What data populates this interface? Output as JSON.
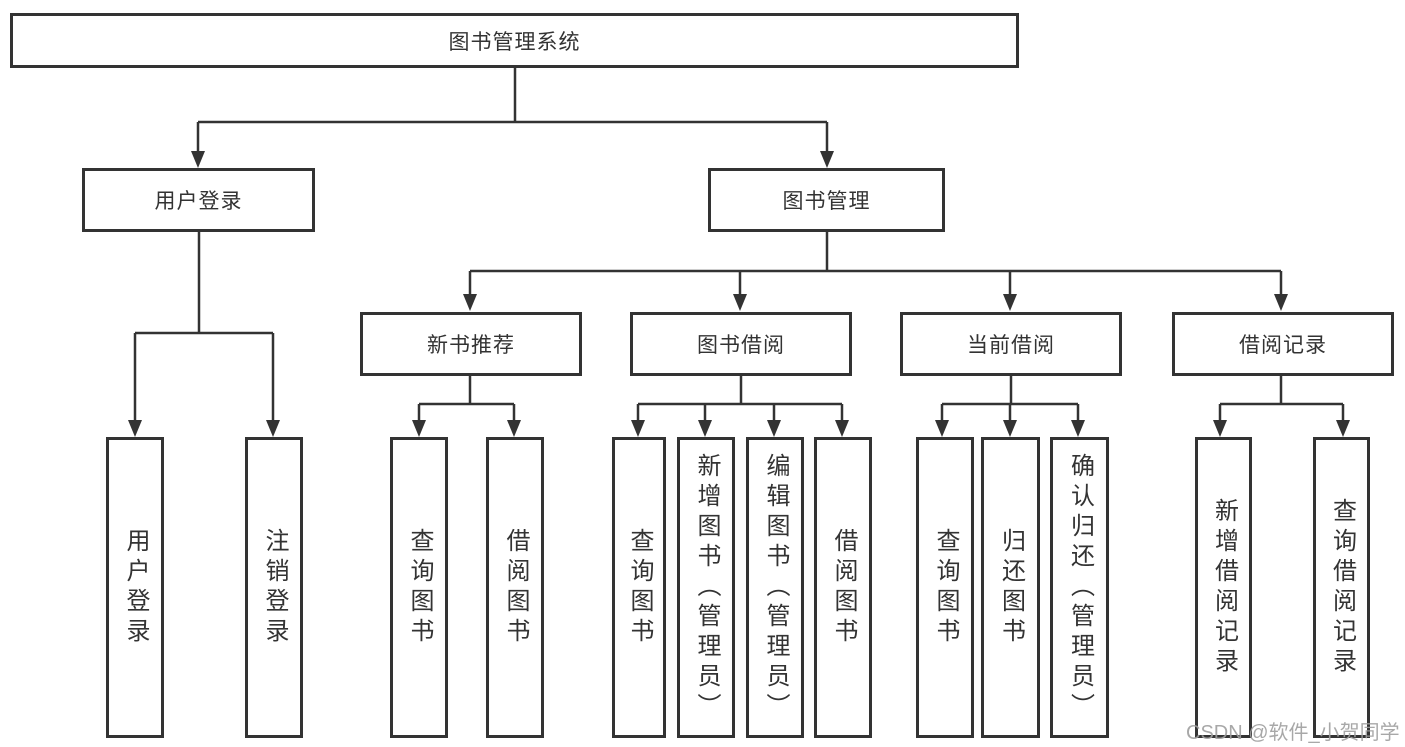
{
  "diagram": {
    "root": {
      "label": "图书管理系统"
    },
    "level2": [
      {
        "label": "用户登录"
      },
      {
        "label": "图书管理"
      }
    ],
    "level3": [
      {
        "label": "新书推荐"
      },
      {
        "label": "图书借阅"
      },
      {
        "label": "当前借阅"
      },
      {
        "label": "借阅记录"
      }
    ],
    "leaves": [
      {
        "label": "用户登录"
      },
      {
        "label": "注销登录"
      },
      {
        "label": "查询图书"
      },
      {
        "label": "借阅图书"
      },
      {
        "label": "查询图书"
      },
      {
        "label": "新增图书（管理员）"
      },
      {
        "label": "编辑图书（管理员）"
      },
      {
        "label": "借阅图书"
      },
      {
        "label": "查询图书"
      },
      {
        "label": "归还图书"
      },
      {
        "label": "确认归还（管理员）"
      },
      {
        "label": "新增借阅记录"
      },
      {
        "label": "查询借阅记录"
      }
    ],
    "watermark": "CSDN @软件_小贺同学",
    "colors": {
      "line": "#333333",
      "text": "#333333",
      "box_fill": "#ffffff",
      "watermark": "#9e9e9e",
      "background": "#ffffff"
    }
  }
}
